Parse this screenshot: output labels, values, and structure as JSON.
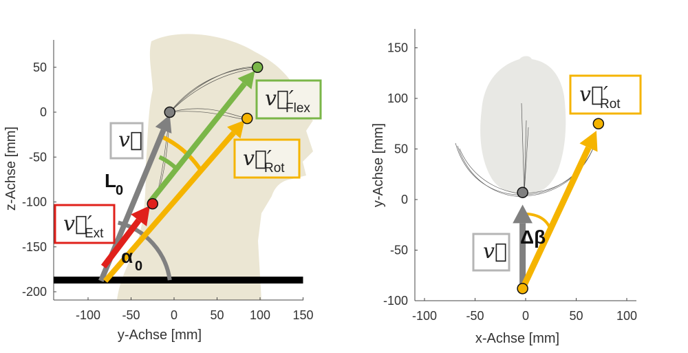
{
  "colors": {
    "grey": "#808080",
    "green": "#7ab648",
    "yellow": "#f5b400",
    "red": "#e0201b",
    "black": "#000000",
    "head": "#e9e4cf",
    "headTop": "#e6e6e2"
  },
  "left_plot": {
    "xlabel": "y-Achse [mm]",
    "ylabel": "z-Achse [mm]",
    "xticks": [
      -100,
      -50,
      0,
      50,
      100,
      150
    ],
    "yticks": [
      50,
      0,
      -50,
      -100,
      -150,
      -200
    ],
    "xlim": [
      -140,
      150
    ],
    "ylim": [
      -210,
      80
    ],
    "labels": {
      "v": "v⃗",
      "v_flex": "v⃗′",
      "flex_sub": "Flex",
      "v_rot": "v⃗′",
      "rot_sub": "Rot",
      "v_ext": "v⃗′",
      "ext_sub": "Ext",
      "L0": "L",
      "L0_sub": "0",
      "alpha0": "α",
      "alpha0_sub": "0"
    },
    "points": [
      {
        "name": "origin-point",
        "x": -5,
        "y": 0,
        "color": "grey"
      },
      {
        "name": "flex-point",
        "x": 97,
        "y": 50,
        "color": "green"
      },
      {
        "name": "rot-point",
        "x": 85,
        "y": -7,
        "color": "yellow"
      },
      {
        "name": "ext-point",
        "x": -25,
        "y": -102,
        "color": "red"
      }
    ],
    "vectors": [
      {
        "name": "v-arrow",
        "from": [
          -85,
          -188
        ],
        "to": [
          -5,
          -3
        ],
        "color": "grey"
      },
      {
        "name": "v-flex-arrow",
        "from": [
          -28,
          -100
        ],
        "to": [
          94,
          46
        ],
        "color": "green"
      },
      {
        "name": "v-rot-arrow",
        "from": [
          -80,
          -188
        ],
        "to": [
          82,
          -9
        ],
        "color": "yellow"
      },
      {
        "name": "v-ext-arrow",
        "from": [
          -82,
          -172
        ],
        "to": [
          -28,
          -104
        ],
        "color": "red"
      }
    ],
    "baseline_z": -187
  },
  "right_plot": {
    "xlabel": "x-Achse [mm]",
    "ylabel": "y-Achse [mm]",
    "xticks": [
      -100,
      -50,
      0,
      50,
      100
    ],
    "yticks": [
      150,
      100,
      50,
      0,
      -50,
      -100
    ],
    "xlim": [
      -110,
      110
    ],
    "ylim": [
      -100,
      169
    ],
    "labels": {
      "v": "v⃗",
      "v_rot": "v⃗′",
      "rot_sub": "Rot",
      "delta_beta": "Δβ"
    },
    "points": [
      {
        "name": "origin-point",
        "x": -3,
        "y": 7,
        "color": "grey"
      },
      {
        "name": "base-point",
        "x": -3,
        "y": -88,
        "color": "yellow"
      },
      {
        "name": "rot-point",
        "x": 72,
        "y": 75,
        "color": "yellow"
      }
    ],
    "vectors": [
      {
        "name": "v-arrow",
        "from": [
          -3,
          -88
        ],
        "to": [
          -3,
          -5
        ],
        "color": "grey"
      },
      {
        "name": "v-rot-arrow",
        "from": [
          -3,
          -88
        ],
        "to": [
          70,
          68
        ],
        "color": "yellow"
      }
    ]
  }
}
